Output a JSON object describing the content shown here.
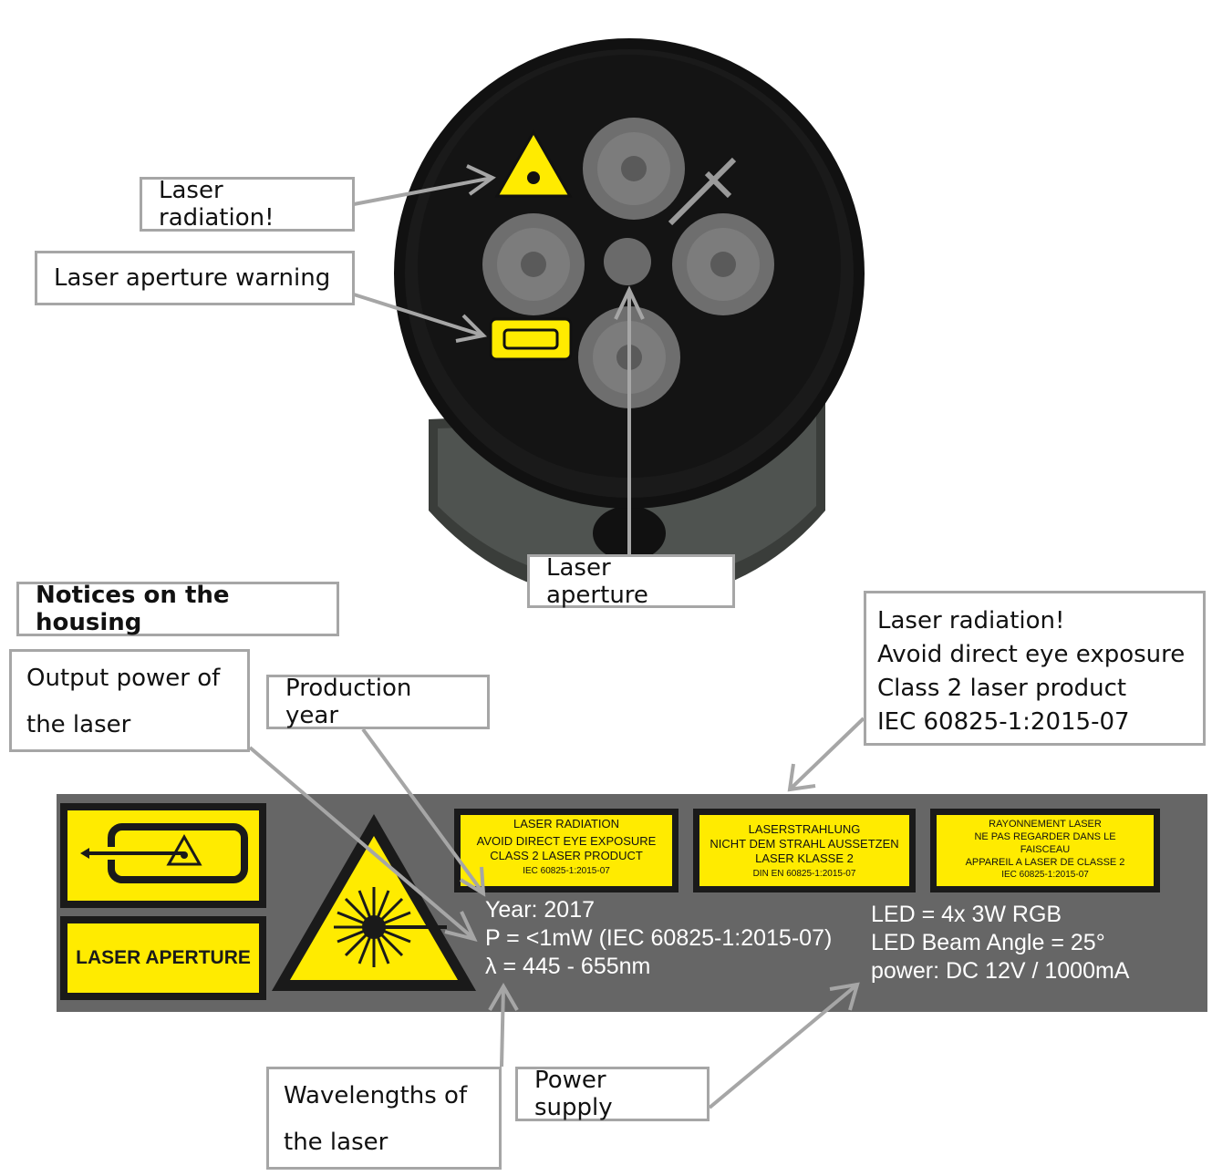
{
  "callouts": {
    "laser_radiation": "Laser radiation!",
    "aperture_warning": "Laser aperture warning",
    "laser_aperture": "Laser aperture",
    "notices_title": "Notices on the housing",
    "output_power": [
      "Output power of",
      "the laser"
    ],
    "production_year": "Production year",
    "label_info": [
      "Laser radiation!",
      "Avoid direct eye exposure",
      "Class 2 laser product",
      "IEC 60825-1:2015-07"
    ],
    "wavelengths": [
      "Wavelengths of",
      "the laser"
    ],
    "power_supply": "Power supply"
  },
  "panel": {
    "aperture_sign_text": "LASER APERTURE",
    "label_en": [
      "LASER RADIATION",
      "AVOID DIRECT EYE EXPOSURE",
      "CLASS 2 LASER PRODUCT",
      "IEC 60825-1:2015-07"
    ],
    "label_de": [
      "LASERSTRAHLUNG",
      "NICHT DEM STRAHL AUSSETZEN",
      "LASER KLASSE 2",
      "DIN EN 60825-1:2015-07"
    ],
    "label_fr": [
      "RAYONNEMENT LASER",
      "NE PAS REGARDER DANS LE",
      "FAISCEAU",
      "APPAREIL A LASER DE CLASSE 2",
      "IEC 60825-1:2015-07"
    ],
    "specs_left": [
      "Year: 2017",
      "P = <1mW (IEC 60825-1:2015-07)",
      "λ =  445 - 655nm"
    ],
    "specs_right": [
      "LED = 4x 3W RGB",
      "LED Beam Angle = 25°",
      "power: DC 12V / 1000mA"
    ]
  },
  "colors": {
    "sign_yellow": "#ffeb00",
    "panel_gray": "#666666",
    "arrow_gray": "#a6a6a6",
    "device_black": "#141414"
  },
  "icons": [
    "laser-warning-triangle-icon",
    "laser-aperture-arrow-icon",
    "lens-icon"
  ]
}
